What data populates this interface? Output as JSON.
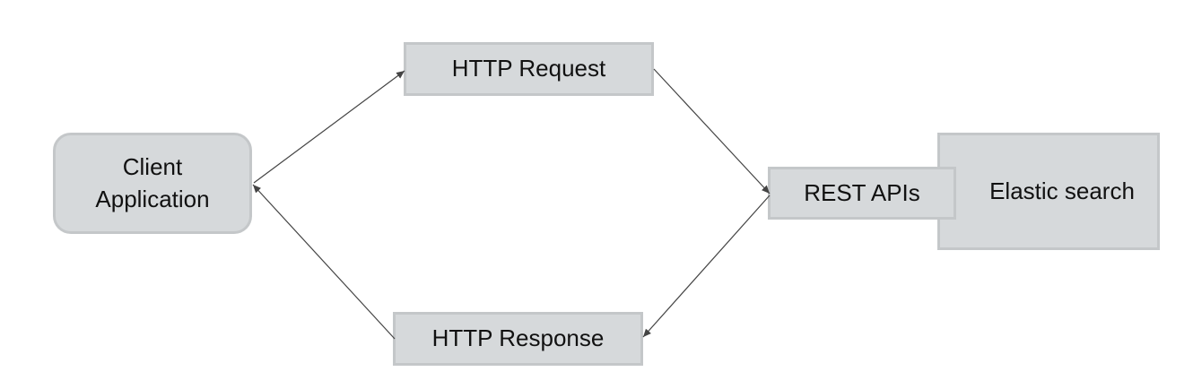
{
  "nodes": {
    "client": {
      "line1": "Client",
      "line2": "Application"
    },
    "http_request": {
      "label": "HTTP Request"
    },
    "rest_apis": {
      "label": "REST APIs"
    },
    "elastic_search": {
      "label": "Elastic search"
    },
    "http_response": {
      "label": "HTTP Response"
    }
  },
  "edges": [
    {
      "from": "client",
      "to": "http_request"
    },
    {
      "from": "http_request",
      "to": "rest_apis"
    },
    {
      "from": "rest_apis",
      "to": "http_response"
    },
    {
      "from": "http_response",
      "to": "client"
    }
  ],
  "colors": {
    "node_fill": "#d6d9db",
    "node_border": "#c4c7c9",
    "edge": "#444444",
    "text": "#111111"
  }
}
